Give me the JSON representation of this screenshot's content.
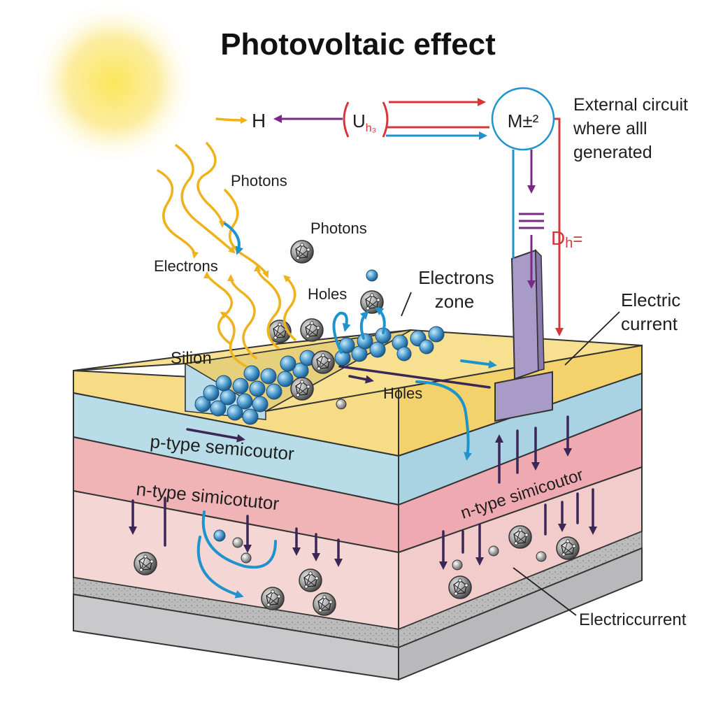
{
  "title": "Photovoltaic effect",
  "labels": {
    "h": "H",
    "u": "U",
    "u_sub": "h₃",
    "meter": "M±²",
    "external_circuit": [
      "External circuit",
      "where alll",
      "generated"
    ],
    "photons_1": "Photons",
    "photons_2": "Photons",
    "electrons": "Electrons",
    "holes_1": "Holes",
    "electrons_zone": [
      "Electrons",
      "zone"
    ],
    "d": "D",
    "d_sub": "h",
    "d_eq": "=",
    "electric_current_top": [
      "Electric",
      "current"
    ],
    "silicon": "Silion",
    "holes_2": "Holes",
    "p_type": "p-type semicoutor",
    "n_type_left": "n-type simicotutor",
    "n_type_right": "n-type simicoutor",
    "electric_current_bottom": "Electriccurrent"
  },
  "colors": {
    "sun": "#f7e25a",
    "photon": "#f0b21c",
    "top_layer": "#f6dc86",
    "p_layer": "#b9dde8",
    "n_layer": "#f0b4b7",
    "n_lower": "#f4d6d4",
    "base": "#c9c9cb",
    "red_wire": "#d8353a",
    "blue_wire": "#1f93cc",
    "purple_wire": "#7a2a86",
    "electrode": "#a89bc8"
  },
  "icons": [
    "sun-icon",
    "atom-icon",
    "electron-ball-icon",
    "meter-icon",
    "capacitor-icon"
  ]
}
